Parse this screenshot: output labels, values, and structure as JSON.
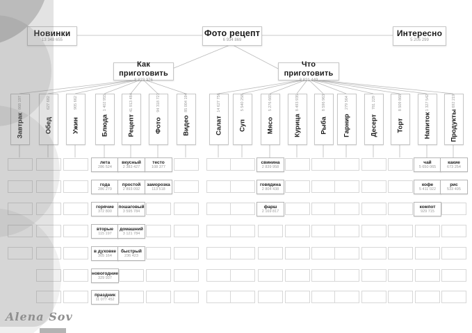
{
  "nodes": {
    "root": {
      "label": "Фото рецепт",
      "count": "6 934 869"
    },
    "novelties": {
      "label": "Новинки",
      "count": "13 348 655"
    },
    "interesting": {
      "label": "Интересно",
      "count": "5 205 299"
    },
    "how": {
      "label": "Как приготовить",
      "count": "8 823 376"
    },
    "what": {
      "label": "Что приготовить",
      "count": "8 821 449"
    }
  },
  "columns": [
    {
      "label": "Завтрак",
      "count": "868 197",
      "cells": [
        {},
        {},
        {},
        {},
        {},
        null,
        null
      ]
    },
    {
      "label": "Обед",
      "count": "627 682",
      "cells": [
        {},
        {},
        {},
        {},
        {},
        {},
        {}
      ]
    },
    {
      "label": "Ужин",
      "count": "905 662",
      "cells": [
        {},
        {},
        {},
        {},
        {},
        {},
        {}
      ]
    },
    {
      "label": "Блюда",
      "count": "1 402 955",
      "cells": [
        {
          "label": "лета",
          "count": "286 524"
        },
        {
          "label": "года",
          "count": "286 279"
        },
        {
          "label": "горячие",
          "count": "372 800"
        },
        {
          "label": "вторые",
          "count": "115 197"
        },
        {
          "label": "в духовке",
          "count": "305 164"
        },
        {
          "label": "новогодние",
          "count": "329 937"
        },
        {
          "label": "праздник",
          "count": "11 077 452"
        }
      ]
    },
    {
      "label": "Рецепт",
      "count": "41 913 484",
      "cells": [
        {
          "label": "вкусный",
          "count": "2 383 427"
        },
        {
          "label": "простой",
          "count": "2 893 092"
        },
        {
          "label": "пошаговый",
          "count": "3 595 784"
        },
        {
          "label": "домашний",
          "count": "3 121 784"
        },
        {
          "label": "быстрый",
          "count": "236 423"
        },
        {},
        {}
      ]
    },
    {
      "label": "Фото",
      "count": "94 318 721",
      "cells": [
        {
          "label": "тесто",
          "count": "108 377"
        },
        {
          "label": "заморозка",
          "count": "113 518"
        },
        {},
        {},
        {},
        {},
        {}
      ]
    },
    {
      "label": "Видео",
      "count": "85 004 194",
      "cells": [
        {},
        {},
        {},
        {},
        {},
        {},
        {}
      ]
    },
    {
      "label": "Салат",
      "count": "14 627 756",
      "cells": [
        {},
        {},
        {},
        {},
        {},
        {},
        {}
      ]
    },
    {
      "label": "Суп",
      "count": "5 540 258",
      "cells": [
        {},
        {},
        {},
        {},
        {},
        {},
        {}
      ]
    },
    {
      "label": "Мясо",
      "count": "5 276 665",
      "cells": [
        {
          "label": "свинина",
          "count": "2 839 958"
        },
        {
          "label": "говядина",
          "count": "2 804 438"
        },
        {
          "label": "фарш",
          "count": "2 169 817"
        },
        {},
        {},
        {},
        {}
      ]
    },
    {
      "label": "Курица",
      "count": "8 493 935",
      "cells": [
        {},
        {},
        {},
        {},
        {},
        {},
        {}
      ]
    },
    {
      "label": "Рыба",
      "count": "8 596 963",
      "cells": [
        {},
        {},
        {},
        {},
        {},
        {},
        {}
      ]
    },
    {
      "label": "Гарнир",
      "count": "279 564",
      "cells": [
        {},
        {},
        {},
        {},
        {},
        {},
        {}
      ]
    },
    {
      "label": "Десерт",
      "count": "781 229",
      "cells": [
        {},
        {},
        {},
        {},
        {},
        {},
        {}
      ]
    },
    {
      "label": "Торт",
      "count": "8 509 868",
      "cells": [
        {},
        {},
        {},
        {},
        {},
        {},
        {}
      ]
    },
    {
      "label": "Напиток",
      "count": "1 327 542",
      "cells": [
        {
          "label": "чай",
          "count": "5 650 065"
        },
        {
          "label": "кофе",
          "count": "5 411 022"
        },
        {
          "label": "компот",
          "count": "929 715"
        },
        {},
        {},
        {},
        {}
      ]
    },
    {
      "label": "Продукты",
      "count": "4 692 219",
      "cells": [
        {
          "label": "какие",
          "count": "673 254"
        },
        {
          "label": "рис",
          "count": "533 495"
        },
        {},
        {},
        {},
        {},
        {}
      ]
    }
  ],
  "watermark": {
    "signature": "Alena Sov"
  }
}
